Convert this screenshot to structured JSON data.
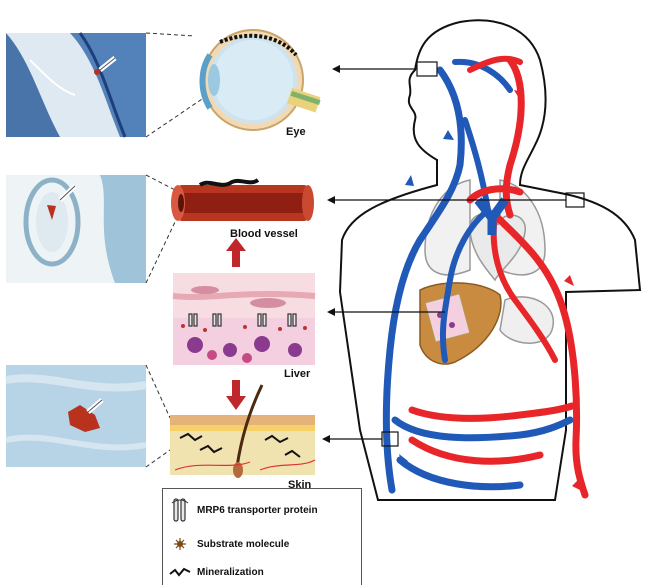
{
  "labels": {
    "eye": "Eye",
    "blood_vessel": "Blood vessel",
    "liver": "Liver",
    "skin": "Skin"
  },
  "legend": {
    "items": [
      {
        "icon": "mrp6-transporter-icon",
        "text": "MRP6 transporter protein"
      },
      {
        "icon": "substrate-molecule-icon",
        "text": "Substrate molecule"
      },
      {
        "icon": "mineralization-icon",
        "text": "Mineralization"
      }
    ]
  },
  "colors": {
    "artery": "#e8262a",
    "vein": "#2159b8",
    "liver": "#c98b3f",
    "arrow": "#c0272d",
    "histology_blue": "#9fc3d9",
    "mineral_red": "#b8321e"
  }
}
